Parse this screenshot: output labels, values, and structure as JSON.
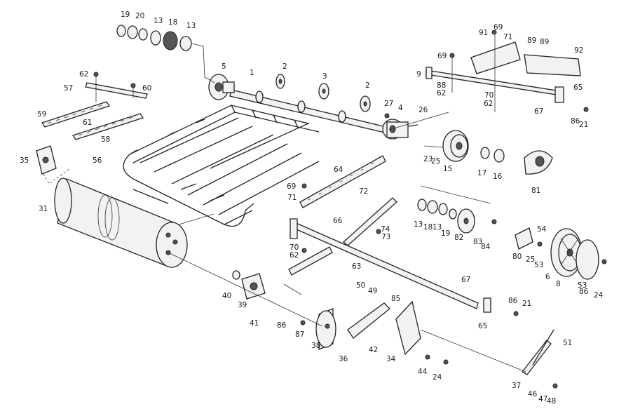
{
  "diagram": {
    "callouts": [
      "19",
      "20",
      "13",
      "18",
      "13",
      "5",
      "1",
      "2",
      "3",
      "2",
      "27",
      "4",
      "26",
      "62",
      "60",
      "57",
      "61",
      "59",
      "58",
      "35",
      "56",
      "31",
      "69",
      "71",
      "91",
      "89",
      "89",
      "92",
      "9",
      "69",
      "88",
      "62",
      "70",
      "62",
      "65",
      "67",
      "86",
      "21",
      "23",
      "25",
      "15",
      "17",
      "16",
      "81",
      "64",
      "69",
      "71",
      "72",
      "66",
      "74",
      "73",
      "70",
      "62",
      "63",
      "13",
      "18",
      "13",
      "19",
      "82",
      "83",
      "84",
      "54",
      "80",
      "25",
      "53",
      "6",
      "8",
      "53",
      "86",
      "24",
      "40",
      "39",
      "41",
      "86",
      "87",
      "50",
      "49",
      "85",
      "67",
      "86",
      "21",
      "65",
      "38",
      "36",
      "42",
      "34",
      "44",
      "24",
      "51",
      "37",
      "46",
      "47",
      "48"
    ]
  }
}
